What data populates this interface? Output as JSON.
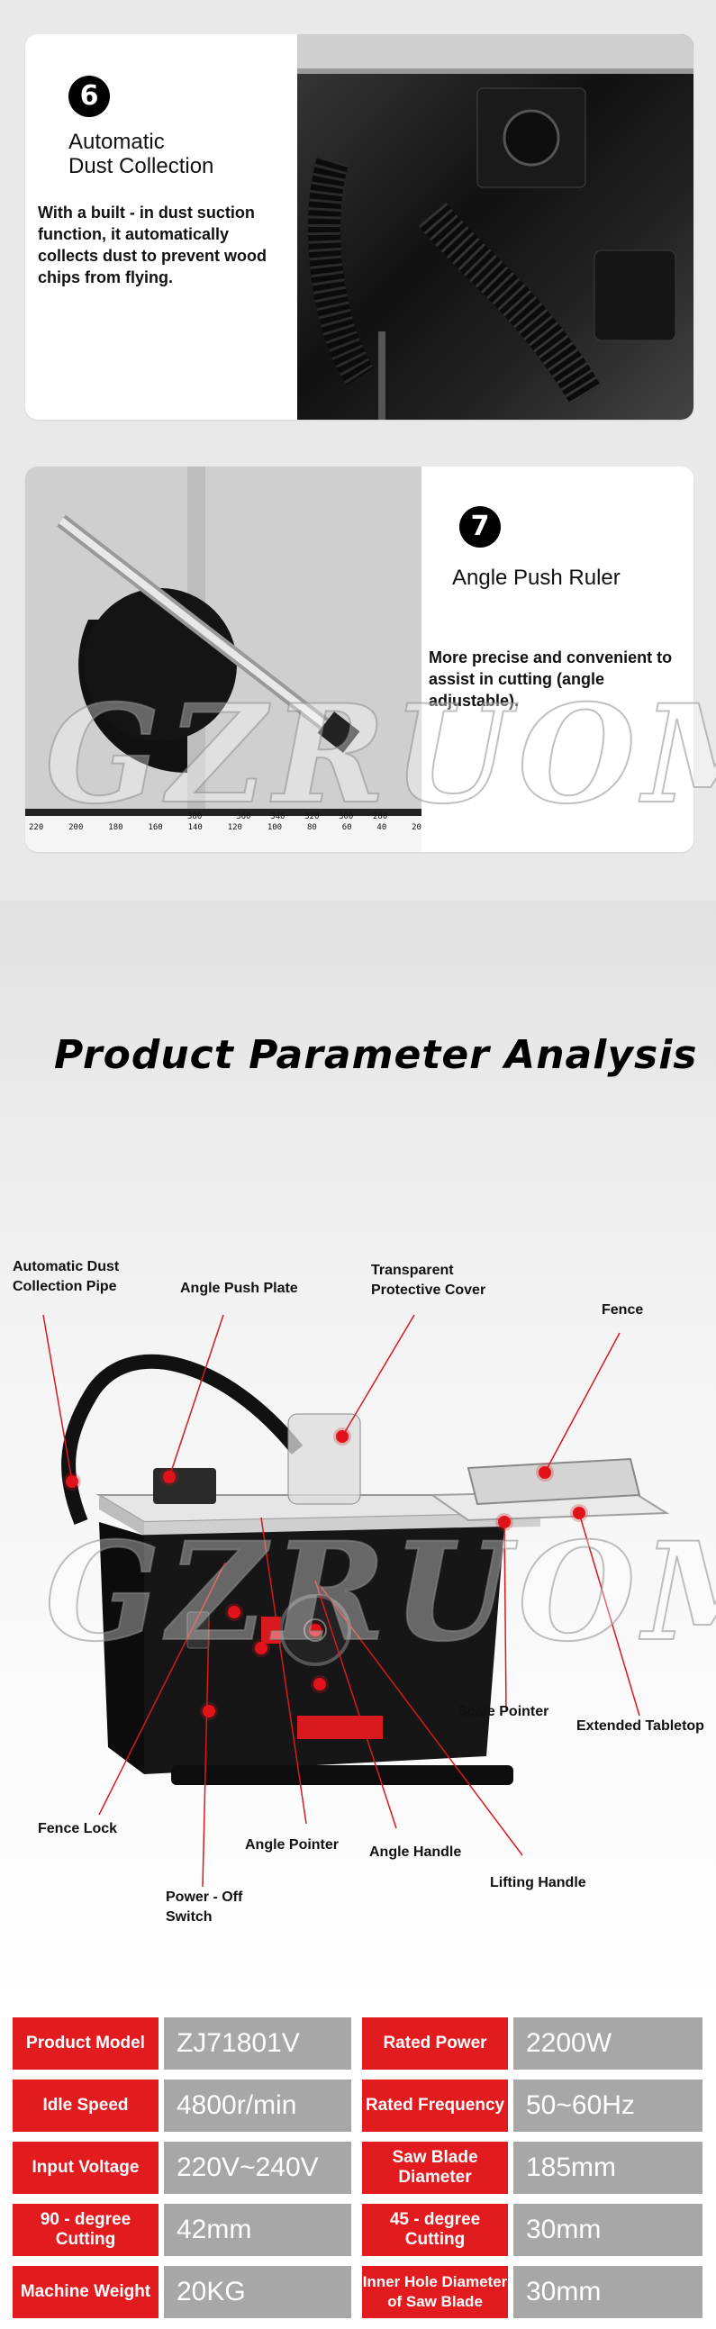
{
  "features": [
    {
      "number": "6",
      "title_line1": "Automatic",
      "title_line2": "Dust Collection",
      "description": "With a built - in dust suction function, it automatically collects dust to prevent wood chips from flying."
    },
    {
      "number": "7",
      "title": "Angle Push Ruler",
      "description": "More precise and convenient to assist in cutting (angle adjustable)."
    }
  ],
  "ruler_numbers": [
    "220",
    "200",
    "180",
    "160",
    "140",
    "120",
    "100",
    "80",
    "60",
    "40",
    "20"
  ],
  "ruler_numbers_top": [
    "380",
    "360",
    "340",
    "320",
    "300",
    "280"
  ],
  "watermark": "GZRUOMU",
  "analysis": {
    "title": "Product Parameter Analysis",
    "callouts": {
      "dust_pipe": "Automatic Dust Collection Pipe",
      "push_plate": "Angle Push Plate",
      "protective_cover": "Transparent Protective Cover",
      "fence": "Fence",
      "scale_pointer": "Scale Pointer",
      "extended_tabletop": "Extended Tabletop",
      "fence_lock": "Fence Lock",
      "angle_pointer": "Angle Pointer",
      "angle_handle": "Angle Handle",
      "lifting_handle": "Lifting Handle",
      "power_switch": "Power - Off Switch"
    }
  },
  "specs": [
    {
      "label": "Product Model",
      "value": "ZJ71801V",
      "label2": "Rated Power",
      "value2": "2200W"
    },
    {
      "label": "Idle Speed",
      "value": "4800r/min",
      "label2": "Rated Frequency",
      "value2": "50~60Hz"
    },
    {
      "label": "Input Voltage",
      "value": "220V~240V",
      "label2": "Saw Blade Diameter",
      "value2": "185mm"
    },
    {
      "label": "90 - degree Cutting",
      "value": "42mm",
      "label2": "45 - degree Cutting",
      "value2": "30mm"
    },
    {
      "label": "Machine Weight",
      "value": "20KG",
      "label2": "Inner Hole Diameter of Saw Blade",
      "value2": "30mm"
    }
  ]
}
